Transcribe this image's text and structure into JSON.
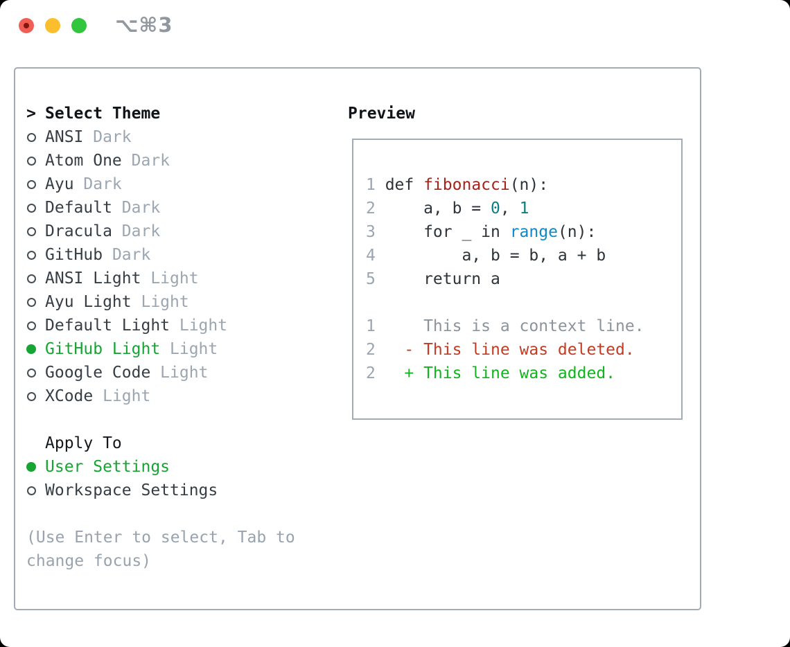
{
  "window": {
    "shortcut": "⌥⌘3"
  },
  "theme_picker": {
    "title_marker": ">",
    "title": "Select Theme",
    "items": [
      {
        "name": "ANSI",
        "tag": "Dark",
        "selected": false
      },
      {
        "name": "Atom One",
        "tag": "Dark",
        "selected": false
      },
      {
        "name": "Ayu",
        "tag": "Dark",
        "selected": false
      },
      {
        "name": "Default",
        "tag": "Dark",
        "selected": false
      },
      {
        "name": "Dracula",
        "tag": "Dark",
        "selected": false
      },
      {
        "name": "GitHub",
        "tag": "Dark",
        "selected": false
      },
      {
        "name": "ANSI Light",
        "tag": "Light",
        "selected": false
      },
      {
        "name": "Ayu Light",
        "tag": "Light",
        "selected": false
      },
      {
        "name": "Default Light",
        "tag": "Light",
        "selected": false
      },
      {
        "name": "GitHub Light",
        "tag": "Light",
        "selected": true
      },
      {
        "name": "Google Code",
        "tag": "Light",
        "selected": false
      },
      {
        "name": "XCode",
        "tag": "Light",
        "selected": false
      }
    ]
  },
  "apply_to": {
    "title": "Apply To",
    "options": [
      {
        "name": "User Settings",
        "selected": true
      },
      {
        "name": "Workspace Settings",
        "selected": false
      }
    ]
  },
  "hint": "(Use Enter to select, Tab to change focus)",
  "preview": {
    "title": "Preview",
    "code_lines": [
      {
        "num": "1",
        "segments": [
          {
            "t": "def ",
            "c": "code"
          },
          {
            "t": "fibonacci",
            "c": "function"
          },
          {
            "t": "(n):",
            "c": "code"
          }
        ]
      },
      {
        "num": "2",
        "segments": [
          {
            "t": "    a, b = ",
            "c": "code"
          },
          {
            "t": "0",
            "c": "number"
          },
          {
            "t": ", ",
            "c": "code"
          },
          {
            "t": "1",
            "c": "number"
          }
        ]
      },
      {
        "num": "3",
        "segments": [
          {
            "t": "    for _ in ",
            "c": "code"
          },
          {
            "t": "range",
            "c": "builtin"
          },
          {
            "t": "(n):",
            "c": "code"
          }
        ]
      },
      {
        "num": "4",
        "segments": [
          {
            "t": "        a, b = b, a + b",
            "c": "code"
          }
        ]
      },
      {
        "num": "5",
        "segments": [
          {
            "t": "    return a",
            "c": "code"
          }
        ]
      },
      {
        "num": "",
        "segments": []
      },
      {
        "num": "1",
        "segments": [
          {
            "t": "    This is a context line.",
            "c": "context"
          }
        ]
      },
      {
        "num": "2",
        "segments": [
          {
            "t": "  - This line was deleted.",
            "c": "deleted"
          }
        ]
      },
      {
        "num": "2",
        "segments": [
          {
            "t": "  + This line was added.",
            "c": "added"
          }
        ]
      }
    ]
  },
  "colors": {
    "selected_green": "#16a432",
    "added_green": "#10b41c",
    "deleted_red": "#c33b22",
    "function_red": "#a5231b",
    "number_teal": "#0c7d82",
    "builtin_blue": "#1088c7",
    "tag_gray": "#9ba6b1",
    "hint_gray": "#98a3ae",
    "line_number_gray": "#9aa5b1",
    "context_gray": "#8b949d",
    "text_dark": "#2d3339",
    "panel_border": "#a3acb6",
    "traffic_red": "#f05e55",
    "traffic_red_dot": "#86150e",
    "traffic_yellow": "#fcbe2d",
    "traffic_green": "#32c63e"
  }
}
